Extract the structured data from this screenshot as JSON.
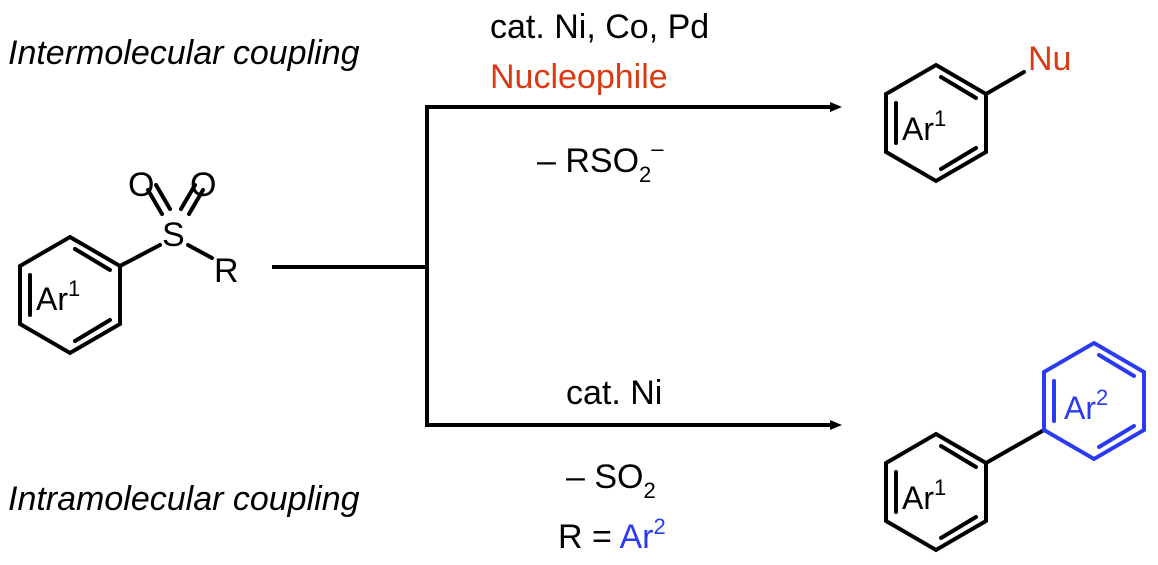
{
  "colors": {
    "black": "#000000",
    "nucleophile": "#d93a12",
    "ar2": "#2b3cf0"
  },
  "labels": {
    "intermolecular": "Intermolecular coupling",
    "intramolecular": "Intramolecular coupling"
  },
  "top_path": {
    "catalyst": "cat. Ni, Co, Pd",
    "reagent": "Nucleophile",
    "byproduct_prefix": "– RSO",
    "byproduct_sub": "2",
    "byproduct_sup": "–"
  },
  "bottom_path": {
    "catalyst": "cat. Ni",
    "byproduct_prefix": "– SO",
    "byproduct_sub": "2",
    "condition_prefix": "R = ",
    "condition_value": "Ar",
    "condition_sup": "2"
  },
  "reactant": {
    "ring_label": "Ar",
    "ring_sup": "1",
    "oxygen_left": "O",
    "oxygen_right": "O",
    "sulfur": "S",
    "r_group": "R"
  },
  "product_top": {
    "ring_label": "Ar",
    "ring_sup": "1",
    "substituent": "Nu"
  },
  "product_bottom": {
    "ring1_label": "Ar",
    "ring1_sup": "1",
    "ring2_label": "Ar",
    "ring2_sup": "2"
  }
}
